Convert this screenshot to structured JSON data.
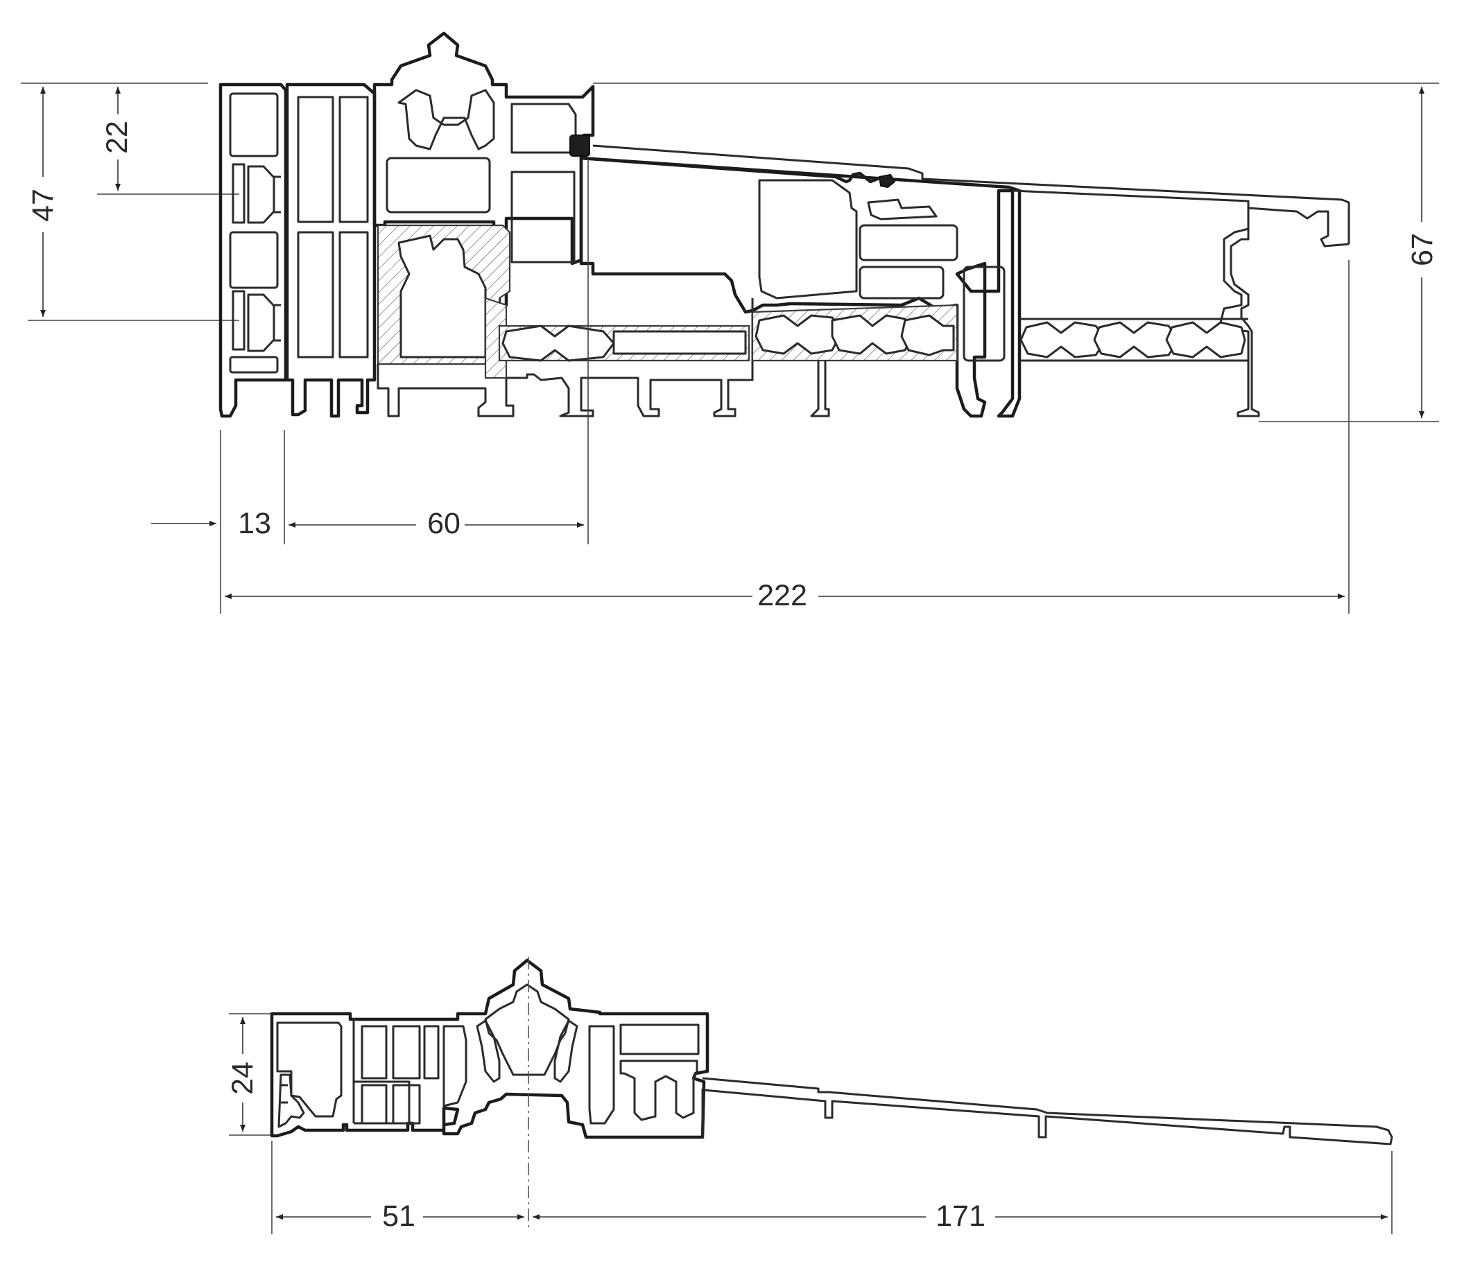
{
  "upper_section": {
    "dim_height_small": "22",
    "dim_height_mid": "47",
    "dim_height_total": "67",
    "dim_width_left": "13",
    "dim_width_mid": "60",
    "dim_width_total": "222"
  },
  "lower_section": {
    "dim_height": "24",
    "dim_width_left": "51",
    "dim_width_right": "171"
  },
  "colors": {
    "line": "#2b2b2b",
    "background": "#ffffff"
  }
}
